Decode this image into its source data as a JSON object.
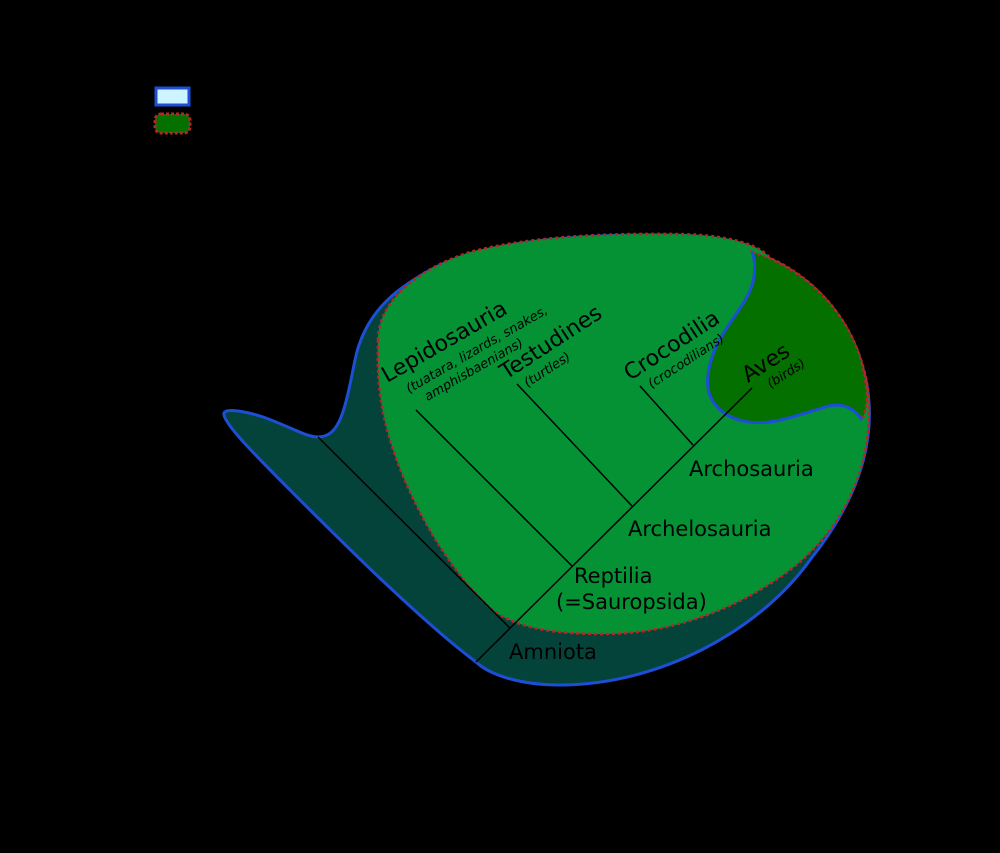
{
  "colors": {
    "background": "#000000",
    "amniota_fill": "#03433a",
    "amniota_outline": "#1d4fd6",
    "reptilia_fill": "#049235",
    "reptilia_outline": "#b3272b",
    "aves_fill": "#037000",
    "legend_box1_fill": "#cef5ff",
    "legend_box1_border": "#1d4fd6",
    "legend_box2_fill": "#037000",
    "legend_box2_border": "#b3272b",
    "branch": "#000000"
  },
  "legend": {
    "items": [
      {
        "swatch": "solid-blue-outline"
      },
      {
        "swatch": "dotted-red-outline"
      }
    ]
  },
  "taxa": [
    {
      "name": "Lepidosauria",
      "common_lines": [
        "(tuatara, lizards, snakes,",
        "amphisbaenians)"
      ]
    },
    {
      "name": "Testudines",
      "common_lines": [
        "(turtles)"
      ]
    },
    {
      "name": "Crocodilia",
      "common_lines": [
        "(crocodilians)"
      ]
    },
    {
      "name": "Aves",
      "common_lines": [
        "(birds)"
      ]
    }
  ],
  "nodes": {
    "archosauria": "Archosauria",
    "archelosauria": "Archelosauria",
    "reptilia_line1": "Reptilia",
    "reptilia_line2": "(=Sauropsida)",
    "amniota": "Amniota"
  }
}
